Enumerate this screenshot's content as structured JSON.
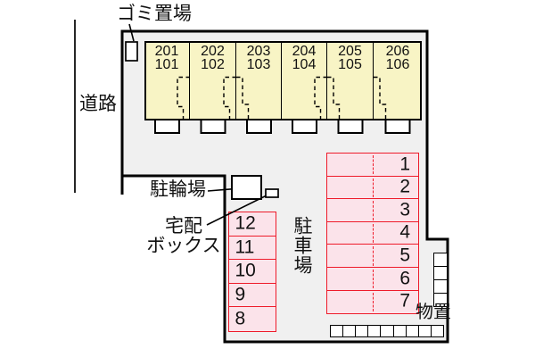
{
  "labels": {
    "road": "道路",
    "trash": "ゴミ置場",
    "bicycle": "駐輪場",
    "delivery_line1": "宅配",
    "delivery_line2": "ボックス",
    "parking": "駐車場",
    "storage": "物置"
  },
  "building": {
    "units": [
      {
        "upper": "201",
        "lower": "101"
      },
      {
        "upper": "202",
        "lower": "102"
      },
      {
        "upper": "203",
        "lower": "103"
      },
      {
        "upper": "204",
        "lower": "104"
      },
      {
        "upper": "205",
        "lower": "105"
      },
      {
        "upper": "206",
        "lower": "106"
      }
    ]
  },
  "parking": {
    "right_column": [
      "1",
      "2",
      "3",
      "4",
      "5",
      "6",
      "7"
    ],
    "left_column": [
      "12",
      "11",
      "10",
      "9",
      "8"
    ]
  },
  "storage": {
    "vertical_cells": 4,
    "horizontal_cells": 9
  },
  "colors": {
    "site_fill": "#f0f0f0",
    "building_fill": "#f8f4c5",
    "parking_fill": "#fbe3ea",
    "parking_border": "#ee1b2a",
    "outline": "#000000"
  }
}
